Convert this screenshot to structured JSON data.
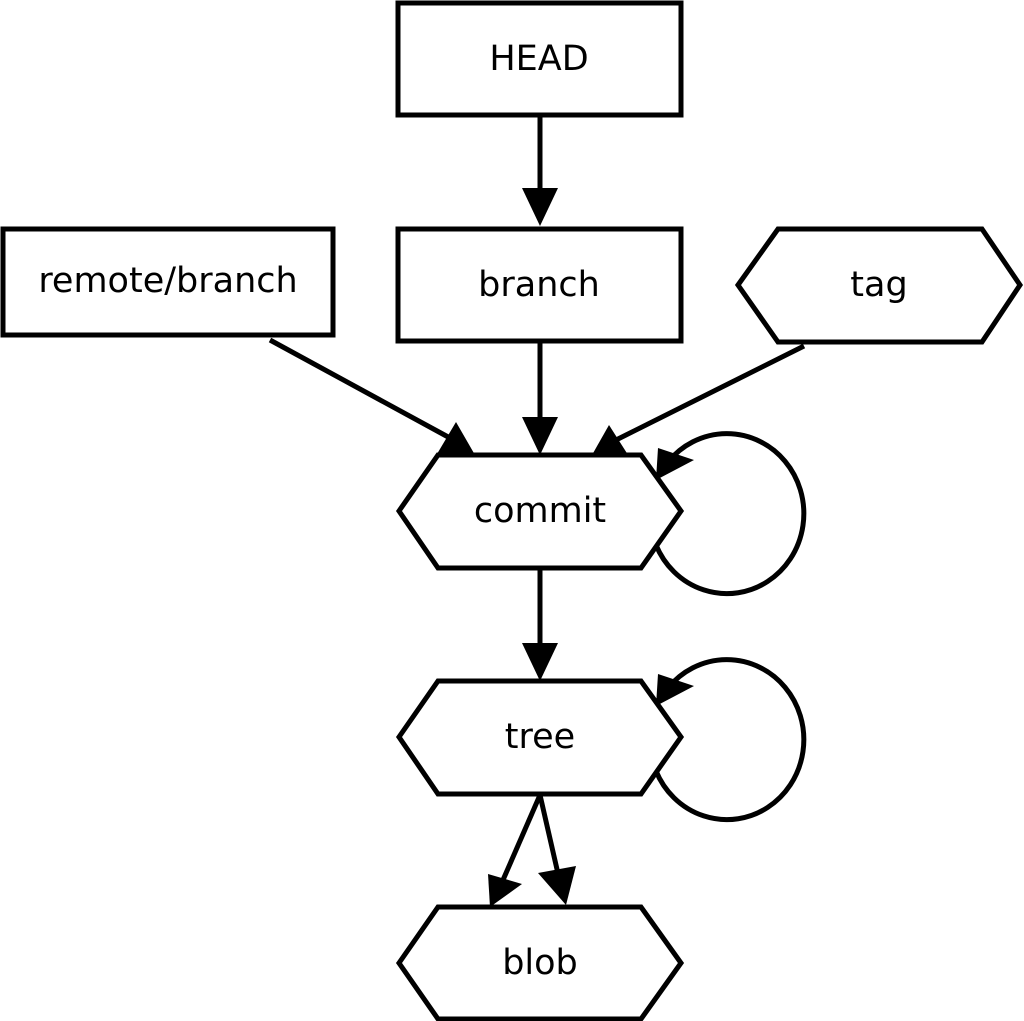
{
  "nodes": {
    "head": {
      "label": "HEAD",
      "shape": "rectangle"
    },
    "remote_branch": {
      "label": "remote/branch",
      "shape": "rectangle"
    },
    "branch": {
      "label": "branch",
      "shape": "rectangle"
    },
    "tag": {
      "label": "tag",
      "shape": "hexagon"
    },
    "commit": {
      "label": "commit",
      "shape": "hexagon"
    },
    "tree": {
      "label": "tree",
      "shape": "hexagon"
    },
    "blob": {
      "label": "blob",
      "shape": "hexagon"
    }
  },
  "edges": [
    {
      "from": "HEAD",
      "to": "branch"
    },
    {
      "from": "remote/branch",
      "to": "commit"
    },
    {
      "from": "branch",
      "to": "commit"
    },
    {
      "from": "tag",
      "to": "commit"
    },
    {
      "from": "commit",
      "to": "commit"
    },
    {
      "from": "commit",
      "to": "tree"
    },
    {
      "from": "tree",
      "to": "tree"
    },
    {
      "from": "tree",
      "to": "blob"
    },
    {
      "from": "tree",
      "to": "blob"
    }
  ],
  "colors": {
    "stroke": "#000000",
    "fill": "#ffffff",
    "text": "#000000"
  }
}
